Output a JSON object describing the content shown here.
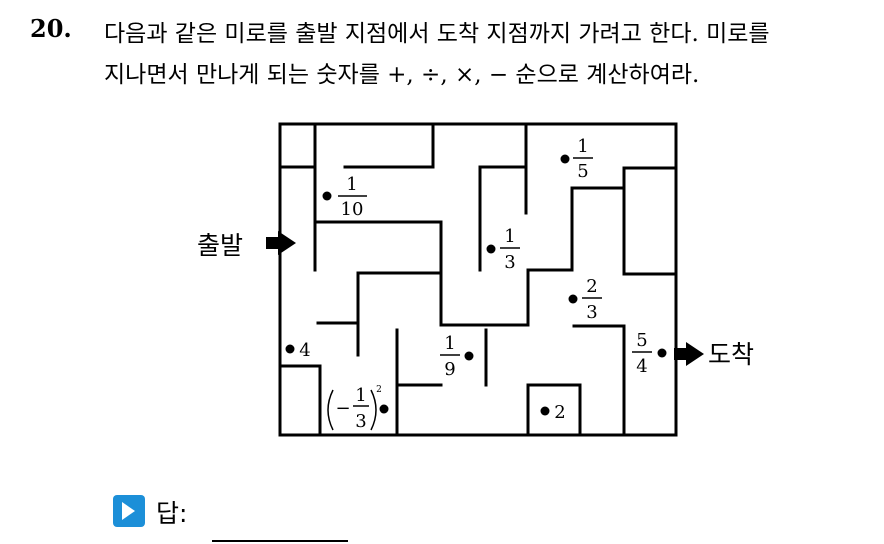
{
  "question": {
    "number": "20.",
    "line1": "다음과 같은 미로를 출발 지점에서 도착 지점까지 가려고 한다. 미로를",
    "line2": "지나면서 만나게 되는 숫자를 +, ÷, ×, − 순으로 계산하여라."
  },
  "maze": {
    "start_label": "출발",
    "end_label": "도착",
    "numbers": {
      "n_1_10": {
        "num": "1",
        "den": "10"
      },
      "n_1_5": {
        "num": "1",
        "den": "5"
      },
      "n_1_3": {
        "num": "1",
        "den": "3"
      },
      "n_2_3": {
        "num": "2",
        "den": "3"
      },
      "n_1_9": {
        "num": "1",
        "den": "9"
      },
      "n_5_4": {
        "num": "5",
        "den": "4"
      },
      "n_4": "4",
      "n_2": "2",
      "n_neg_third_sq": {
        "sign": "−",
        "num": "1",
        "den": "3",
        "exp": "2"
      }
    }
  },
  "answer": {
    "label": "답:"
  }
}
